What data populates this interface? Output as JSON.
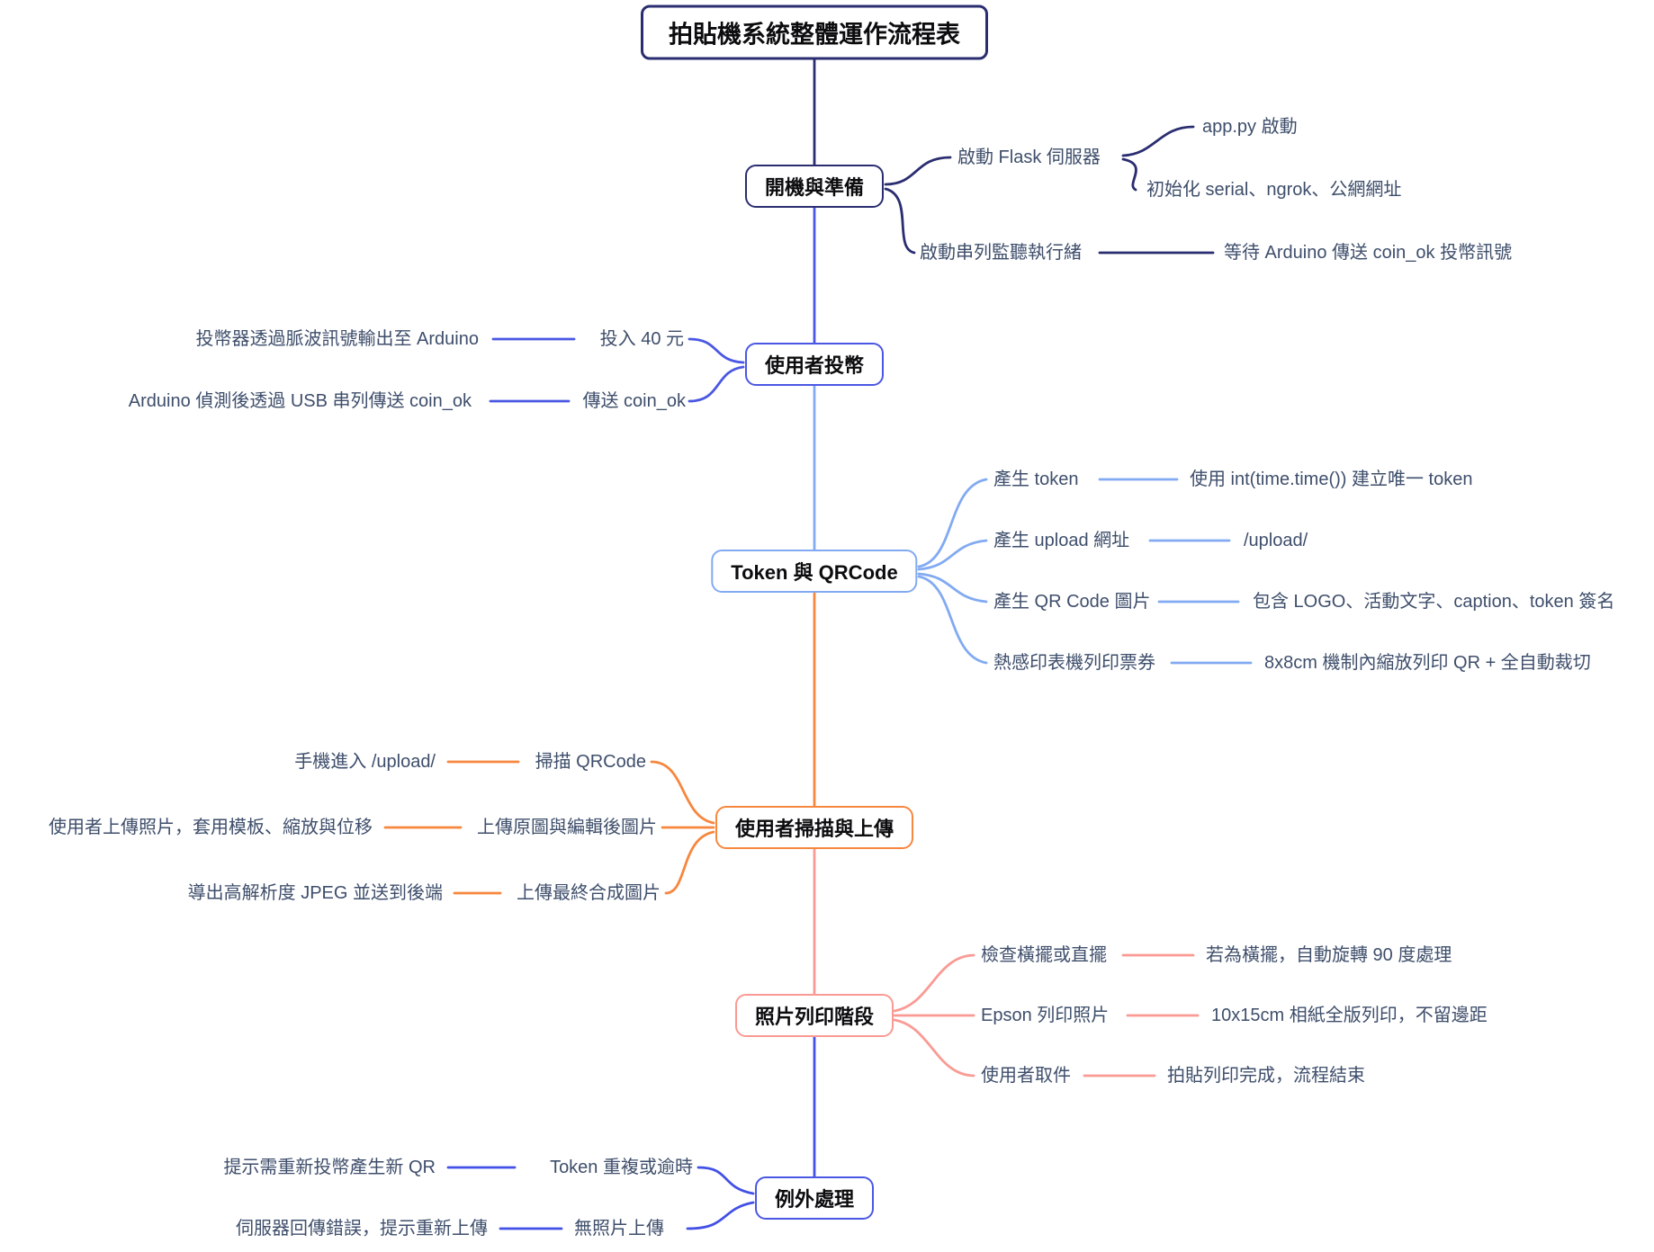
{
  "title": "拍貼機系統整體運作流程表",
  "colors": {
    "navy": "#2a2d70",
    "royal_blue": "#4a57e3",
    "light_blue": "#82aaf2",
    "orange": "#f6873f",
    "salmon": "#fa9a94",
    "deep_blue": "#4350e6",
    "branch_text": "#3e4e6b"
  },
  "sections": [
    {
      "node": "開機與準備",
      "side": "right",
      "color": "#2a2d70",
      "branches": [
        {
          "label": "啟動 Flask 伺服器",
          "children": [
            "app.py 啟動",
            "初始化 serial、ngrok、公網網址"
          ]
        },
        {
          "label": "啟動串列監聽執行緒",
          "children": [
            "等待 Arduino 傳送 coin_ok 投幣訊號"
          ]
        }
      ]
    },
    {
      "node": "使用者投幣",
      "side": "left",
      "color": "#4a57e3",
      "branches": [
        {
          "label": "投入 40 元",
          "children": [
            "投幣器透過脈波訊號輸出至 Arduino"
          ]
        },
        {
          "label": "傳送 coin_ok",
          "children": [
            "Arduino 偵測後透過 USB 串列傳送 coin_ok"
          ]
        }
      ]
    },
    {
      "node": "Token 與 QRCode",
      "side": "right",
      "color": "#82aaf2",
      "branches": [
        {
          "label": "產生 token",
          "children": [
            "使用 int(time.time()) 建立唯一 token"
          ]
        },
        {
          "label": "產生 upload 網址",
          "children": [
            "/upload/"
          ]
        },
        {
          "label": "產生 QR Code 圖片",
          "children": [
            "包含 LOGO、活動文字、caption、token 簽名"
          ]
        },
        {
          "label": "熱感印表機列印票券",
          "children": [
            "8x8cm 機制內縮放列印 QR + 全自動裁切"
          ]
        }
      ]
    },
    {
      "node": "使用者掃描與上傳",
      "side": "left",
      "color": "#f6873f",
      "branches": [
        {
          "label": "掃描 QRCode",
          "children": [
            "手機進入 /upload/"
          ]
        },
        {
          "label": "上傳原圖與編輯後圖片",
          "children": [
            "使用者上傳照片，套用模板、縮放與位移"
          ]
        },
        {
          "label": "上傳最終合成圖片",
          "children": [
            "導出高解析度 JPEG 並送到後端"
          ]
        }
      ]
    },
    {
      "node": "照片列印階段",
      "side": "right",
      "color": "#fa9a94",
      "branches": [
        {
          "label": "檢查橫擺或直擺",
          "children": [
            "若為橫擺，自動旋轉 90 度處理"
          ]
        },
        {
          "label": "Epson 列印照片",
          "children": [
            "10x15cm 相紙全版列印，不留邊距"
          ]
        },
        {
          "label": "使用者取件",
          "children": [
            "拍貼列印完成，流程結束"
          ]
        }
      ]
    },
    {
      "node": "例外處理",
      "side": "left",
      "color": "#4350e6",
      "branches": [
        {
          "label": "Token 重複或逾時",
          "children": [
            "提示需重新投幣產生新 QR"
          ]
        },
        {
          "label": "無照片上傳",
          "children": [
            "伺服器回傳錯誤，提示重新上傳"
          ]
        }
      ]
    }
  ]
}
